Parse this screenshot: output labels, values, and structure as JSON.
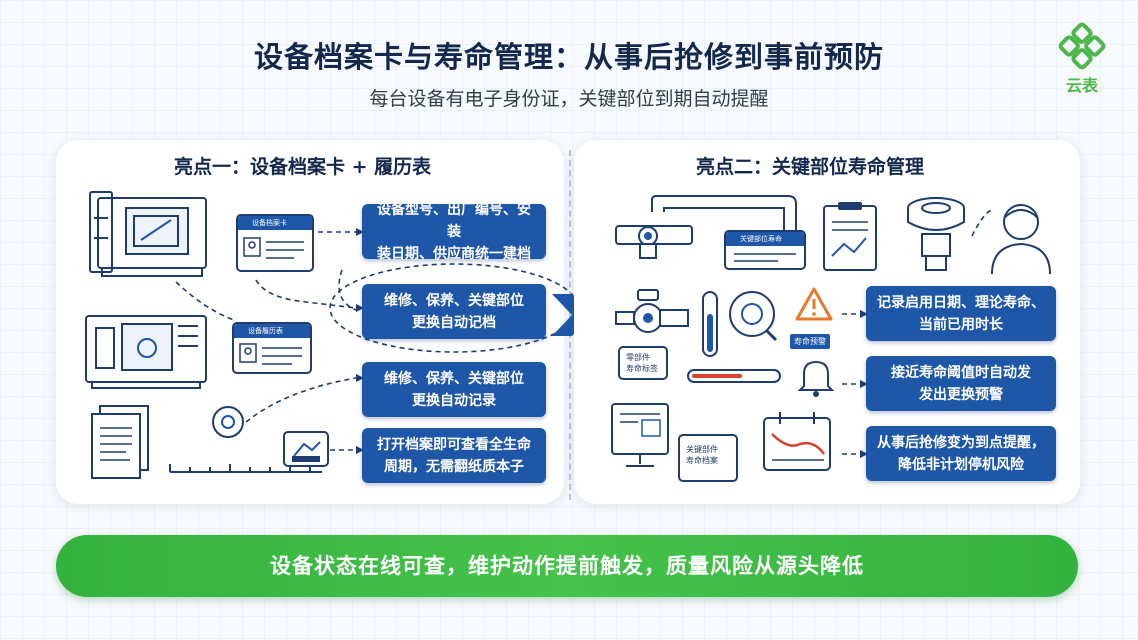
{
  "header": {
    "title": "设备档案卡与寿命管理：从事后抢修到事前预防",
    "subtitle": "每台设备有电子身份证，关键部位到期自动提醒"
  },
  "logo": {
    "text": "云表",
    "color": "#4eb74a"
  },
  "left_panel": {
    "heading": "亮点一：设备档案卡 + 履历表",
    "cards": [
      {
        "line1": "设备型号、出厂编号、安装",
        "line2": "装日期、供应商统一建档"
      },
      {
        "line1": "维修、保养、关键部位",
        "line2": "更换自动记档"
      },
      {
        "line1": "维修、保养、关键部位",
        "line2": "更换自动记录"
      },
      {
        "line1": "打开档案即可查看全生命",
        "line2": "周期，无需翻纸质本子"
      }
    ],
    "mini_doc_labels": [
      "设备档案卡",
      "设备履历表"
    ]
  },
  "right_panel": {
    "heading": "亮点二：关键部位寿命管理",
    "cards": [
      {
        "line1": "记录启用日期、理论寿命、",
        "line2": "当前已用时长"
      },
      {
        "line1": "接近寿命阈值时自动发",
        "line2": "发出更换预警"
      },
      {
        "line1": "从事后抢修变为到点提醒，",
        "line2": "降低非计划停机风险"
      }
    ],
    "small_labels": {
      "top_card": "关键部位寿命",
      "alert_badge": "寿命预警",
      "tag_line1": "零部件",
      "tag_line2": "寿命标签",
      "doc_line1": "关键部件",
      "doc_line2": "寿命档案"
    }
  },
  "footer": {
    "banner": "设备状态在线可查，维护动作提前触发，质量风险从源头降低"
  },
  "colors": {
    "card_blue": "#1e56a8",
    "banner_green": "#3cb944",
    "title_navy": "#14284d",
    "alert_orange": "#e8782a"
  }
}
